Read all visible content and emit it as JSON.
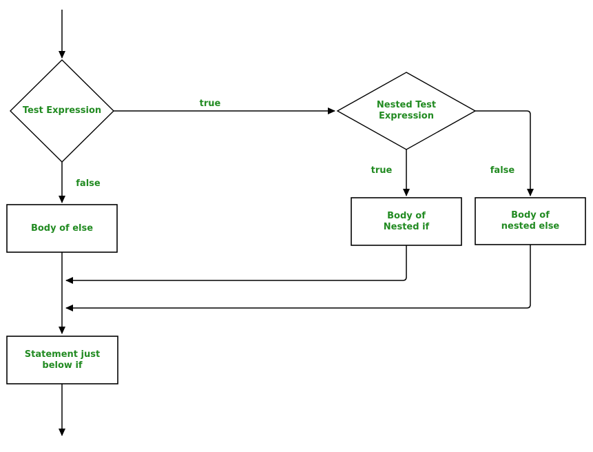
{
  "diagram": {
    "background": "#ffffff",
    "line_color": "#000000",
    "text_color": "#228B22",
    "nodes": {
      "test_expression": {
        "shape": "diamond",
        "label": "Test Expression"
      },
      "nested_test_expression": {
        "shape": "diamond",
        "line1": "Nested Test",
        "line2": "Expression"
      },
      "body_of_else": {
        "shape": "rectangle",
        "label": "Body of else"
      },
      "body_of_nested_if": {
        "shape": "rectangle",
        "line1": "Body of",
        "line2": "Nested if"
      },
      "body_of_nested_else": {
        "shape": "rectangle",
        "line1": "Body of",
        "line2": "nested else"
      },
      "statement_below_if": {
        "shape": "rectangle",
        "line1": "Statement just",
        "line2": "below if"
      }
    },
    "edge_labels": {
      "outer_true": "true",
      "outer_false": "false",
      "nested_true": "true",
      "nested_false": "false"
    }
  }
}
